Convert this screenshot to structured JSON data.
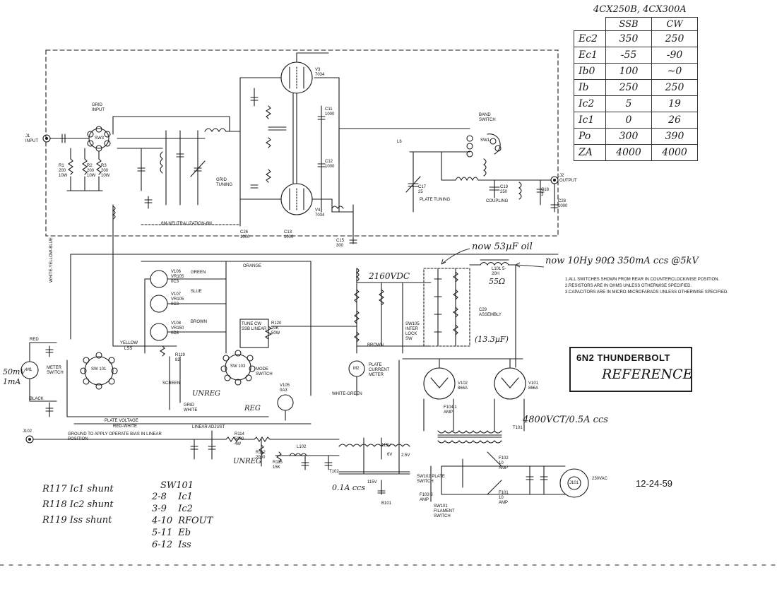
{
  "title_block": {
    "model": "6N2 THUNDERBOLT",
    "stamp": "REFERENCE",
    "date": "12-24-59"
  },
  "tube_table": {
    "header": "4CX250B, 4CX300A",
    "columns": [
      "SSB",
      "CW"
    ],
    "rows": [
      {
        "param": "Ec2",
        "ssb": "350",
        "cw": "250"
      },
      {
        "param": "Ec1",
        "ssb": "-55",
        "cw": "-90"
      },
      {
        "param": "Ib0",
        "ssb": "100",
        "cw": "~0"
      },
      {
        "param": "Ib",
        "ssb": "250",
        "cw": "250"
      },
      {
        "param": "Ic2",
        "ssb": "5",
        "cw": "19"
      },
      {
        "param": "Ic1",
        "ssb": "0",
        "cw": "26"
      },
      {
        "param": "Po",
        "ssb": "300",
        "cw": "390"
      },
      {
        "param": "ZA",
        "ssb": "4000",
        "cw": "4000"
      }
    ]
  },
  "notes": [
    "1.ALL SWITCHES SHOWN FROM REAR IN COUNTERCLOCKWISE POSITION.",
    "2.RESISTORS ARE IN OHMS UNLESS OTHERWISE SPECIFIED.",
    "3.CAPACITORS ARE IN MICRO-MICROFARADS UNLESS OTHERWISE SPECIFIED."
  ],
  "handwritten": {
    "cap_note": "now 53µF oil",
    "choke_note": "now 10Hy 90Ω 350mA ccs @5kV",
    "hv": "2160VDC",
    "cap_value": "(13.3µF)",
    "xfmr": "4800VCT/0.5A ccs",
    "fuse_note": "0.1A ccs",
    "meter": "50mV 1mA",
    "shunts": [
      "R117 Ic1 shunt",
      "R118 Ic2 shunt",
      "R119 Iss shunt"
    ],
    "switch_title": "SW101",
    "switch_rows": [
      {
        "pos": "2-8",
        "fn": "Ic1"
      },
      {
        "pos": "3-9",
        "fn": "Ic2"
      },
      {
        "pos": "4-10",
        "fn": "RFOUT"
      },
      {
        "pos": "5-11",
        "fn": "Eb"
      },
      {
        "pos": "6-12",
        "fn": "Iss"
      }
    ],
    "unreg1": "UNREG",
    "unreg2": "UNREG",
    "reg": "REG",
    "ssl": "55Ω"
  },
  "labels": {
    "grid_input": "GRID INPUT",
    "j1": "J1 INPUT",
    "sw3": "SW3",
    "v3": "V3 7034",
    "v4": "V4 7034",
    "l6": "L6",
    "band_switch": "BAND SWITCH",
    "sw1": "SW1",
    "j2": "J2 OUTPUT",
    "plate_tuning": "PLATE TUNING",
    "coupling": "COUPLING",
    "grid_tuning": "GRID TUNING",
    "neutralization": "6M-NEUTRALIZATION-6M",
    "orange": "ORANGE",
    "green": "GREEN",
    "slue": "SLUE",
    "brown": "BROWN",
    "v106": "V106 VR105 0C3",
    "v107": "V107 VR105 0C3",
    "v108": "V108 VR150 0D3",
    "tune": "TUNE CW SSB LINEAR",
    "r120": "R120 20K 50W",
    "mode_switch": "MODE SWITCH",
    "meter_switch": "METER SWITCH",
    "sw101": "SW 101",
    "sw103": "SW 103",
    "v105": "V105 0A3",
    "yellow": "YELLOW",
    "red": "RED",
    "black": "BLACK",
    "lss": "LSS",
    "plate_voltage": "PLATE VOLTAGE",
    "red_white": "RED-WHITE",
    "grid_white": "GRID WHITE",
    "screen": "SCREEN",
    "white_green": "WHITE-GREEN",
    "vertical_wire": "WHITE-YELLOW-BLUE",
    "m1": "M1",
    "m2": "M2",
    "plate_current_meter": "PLATE CURRENT METER",
    "interlock": "SW105 INTER LOCK SW",
    "c29": "C29 ASSEMBLY",
    "l101": "L101 5-20H",
    "brown2": "BROWN",
    "v101": "V101 866A",
    "v102": "V102 866A",
    "f104": "F104 1 AMP",
    "t101": "T101",
    "j102": "J102",
    "ground_note": "GROUND TO APPLY OPERATE BIAS IN LINEAR POSITION",
    "linear_adjust": "LINEAR ADJUST",
    "r114": "R114 5000 4W",
    "r112": "R112 2000",
    "r115": "R115 15K",
    "l102": "L102",
    "t102": "T102",
    "b101": "B101",
    "plate_switch": "SW102 PLATE SWITCH",
    "filament_switch": "SW101 FILAMENT SWITCH",
    "f102": "F102 10 AMP",
    "f101": "F101 10 AMP",
    "f103": "F103 3 AMP",
    "j101": "J101",
    "vac": "230VAC",
    "c28": "C28 1000",
    "c18": "C18 3",
    "c19": "C19 250",
    "c17": "C17 25",
    "c11": "C11 1000",
    "c12": "C12 1000",
    "c13": "C13 1000",
    "c26": "C26 1000",
    "c15": "C15 300",
    "r1": "R1 200 10W",
    "r2": "R2 200 10W",
    "r3": "R3 200 10W",
    "v115": "115V",
    "v25": "2.5V",
    "v6": "6V",
    "r119": "R119 82",
    "bot_v115": "115V"
  },
  "colors": {
    "ink": "#1b1b1b",
    "paper": "#ffffff"
  }
}
